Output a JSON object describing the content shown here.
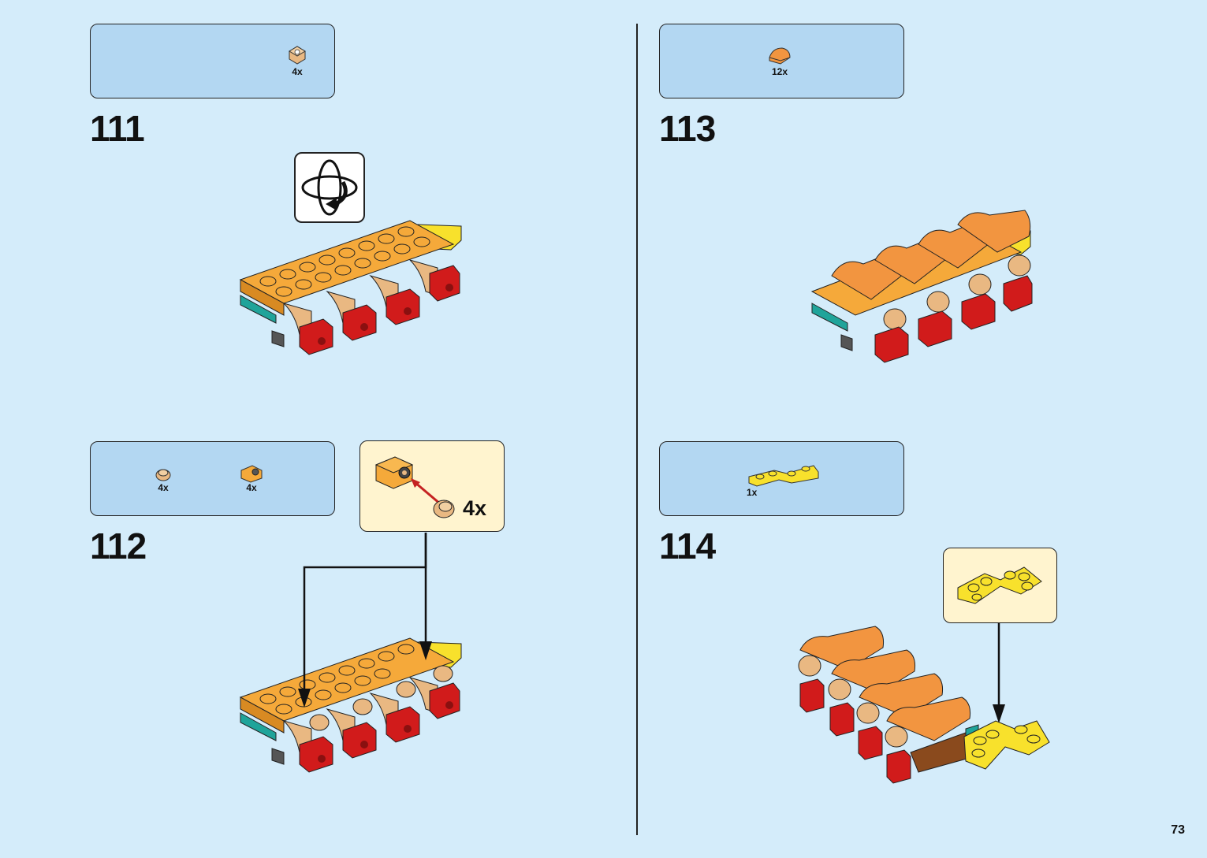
{
  "page": {
    "number": "73"
  },
  "steps": [
    {
      "number": "111",
      "parts": [
        {
          "qty": "4x",
          "icon": "tan-slope-piece-icon"
        }
      ]
    },
    {
      "number": "112",
      "parts": [
        {
          "qty": "4x",
          "icon": "tan-round-tile-icon"
        },
        {
          "qty": "4x",
          "icon": "orange-bracket-icon"
        }
      ],
      "callout": {
        "qty": "4x"
      }
    },
    {
      "number": "113",
      "parts": [
        {
          "qty": "12x",
          "icon": "orange-curved-slope-icon"
        }
      ]
    },
    {
      "number": "114",
      "parts": [
        {
          "qty": "1x",
          "icon": "yellow-angled-plate-icon"
        }
      ]
    }
  ],
  "colors": {
    "background": "#d4ecfa",
    "parts_box": "#b3d7f2",
    "callout": "#fff4cf",
    "orange": "#f5a93a",
    "tan": "#e9b882",
    "red": "#d11b1b",
    "yellow": "#f8e12c",
    "curved_orange": "#f29540"
  },
  "icons": {
    "rotate": "rotate-model-icon"
  }
}
